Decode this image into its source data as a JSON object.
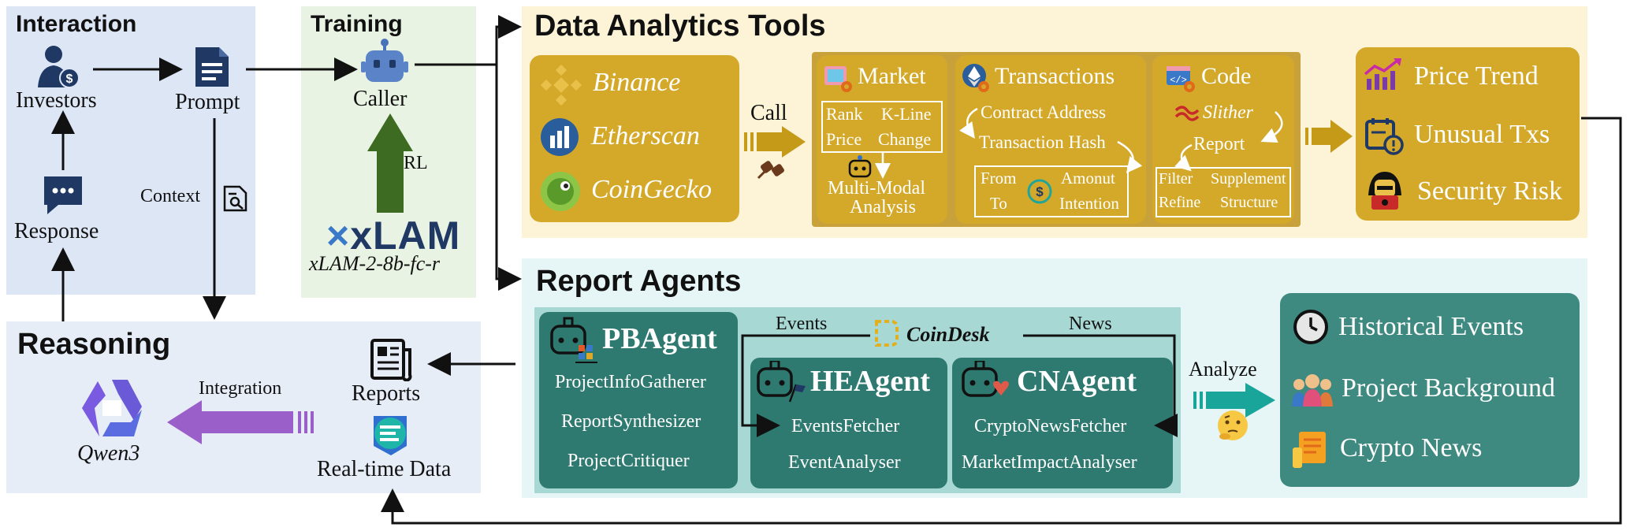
{
  "interaction": {
    "title": "Interaction",
    "investors": "Investors",
    "prompt": "Prompt",
    "response": "Response",
    "context": "Context"
  },
  "training": {
    "title": "Training",
    "caller": "Caller",
    "rl": "RL",
    "xlam_logo": "xLAM",
    "model": "xLAM-2-8b-fc-r"
  },
  "reasoning": {
    "title": "Reasoning",
    "integration": "Integration",
    "qwen": "Qwen3",
    "reports": "Reports",
    "realtime": "Real-time Data"
  },
  "tools": {
    "title": "Data Analytics Tools",
    "sources": [
      "Binance",
      "Etherscan",
      "CoinGecko"
    ],
    "call": "Call",
    "market": {
      "title": "Market",
      "grid": [
        "Rank",
        "K-Line",
        "Price",
        "Change"
      ],
      "analysis_1": "Multi-Modal",
      "analysis_2": "Analysis"
    },
    "transactions": {
      "title": "Transactions",
      "line1": "Contract Address",
      "line2": "Transaction Hash",
      "grid": [
        "From",
        "Amonut",
        "To",
        "Intention"
      ]
    },
    "code": {
      "title": "Code",
      "slither": "Slither",
      "report": "Report",
      "grid": [
        "Filter",
        "Supplement",
        "Refine",
        "Structure"
      ]
    },
    "outputs": [
      "Price Trend",
      "Unusual Txs",
      "Security Risk"
    ]
  },
  "report_agents": {
    "title": "Report Agents",
    "events_label": "Events",
    "news_label": "News",
    "coindesk": "CoinDesk",
    "pbagent": {
      "name": "PBAgent",
      "items": [
        "ProjectInfoGatherer",
        "ReportSynthesizer",
        "ProjectCritiquer"
      ]
    },
    "heagent": {
      "name": "HEAgent",
      "items": [
        "EventsFetcher",
        "EventAnalyser"
      ]
    },
    "cnagent": {
      "name": "CNAgent",
      "items": [
        "CryptoNewsFetcher",
        "MarketImpactAnalyser"
      ]
    },
    "analyze": "Analyze",
    "outputs": [
      "Historical Events",
      "Project Background",
      "Crypto News"
    ]
  },
  "colors": {
    "interaction_bg": "#dce6f5",
    "training_bg": "#e9f3e3",
    "tools_bg": "#fdf3d6",
    "agents_bg": "#e6f5f5",
    "gold": "#d4a92a",
    "teal": "#3f8a80",
    "purple": "#9b5fc9",
    "navy": "#1f3864"
  }
}
